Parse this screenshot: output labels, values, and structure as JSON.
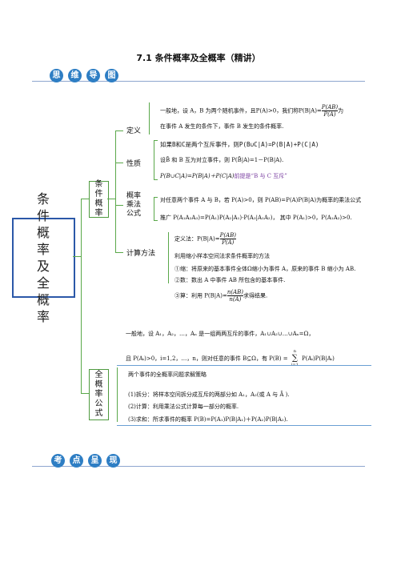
{
  "page_title": "7.1  条件概率及全概率（精讲）",
  "banner_top": {
    "chars": [
      "思",
      "维",
      "导",
      "图"
    ]
  },
  "banner_bottom": {
    "chars": [
      "考",
      "点",
      "呈",
      "现"
    ]
  },
  "main_topic": "条件概率及全概率",
  "branch1": {
    "label": "条件概率",
    "sub_definition": "定义",
    "sub_property": "性质",
    "sub_multiplication": "概率乘法公式",
    "sub_calculation": "计算方法"
  },
  "branch2": {
    "label": "全概率公式"
  },
  "definition": {
    "line1_a": "一般地，设 A，B 为两个随机事件，且P(A)>0，我们称P(B|A)=",
    "frac_num": "P(AB)",
    "frac_den": "P(A)",
    "line1_b": "为",
    "line2": "在事件 A 发生的条件下，事件 B 发生的条件概率."
  },
  "property": {
    "line1": "如果B和C是两个互斥事件，则P(B∪C|A)=P(B|A)+P(C|A)",
    "line2": "设B̄ 和 B 互为对立事件，则 P(B̄|A)=1－P(B|A).",
    "line3_a": "P(B∪C|A)=P(B|A)＋P(C|A)",
    "line3_b": "前提是“B 与 C 互斥”"
  },
  "multiplication": {
    "line1": "对任意两个事件 A 与 B，若 P(A)>0，则 P(AB)=P(A)P(B|A)为概率的乘法公式",
    "line2": "推广 P(A₁A₂A₃)=P(A₁)P(A₂|A₁)·P(A₃|A₁A₂)，  其中 P(A₁)>0，P(A₁A₂)>0."
  },
  "calculation": {
    "def_label": "定义法：P(B|A)=",
    "def_num": "P(AB)",
    "def_den": "P(A)",
    "intro": "利用缩小样本空间法求条件概率的方法",
    "step1": "①缩：将原来的基本事件全体Ω缩小为事件 A，原来的事件 B 缩小为 AB.",
    "step2": "②数：数出 A 中事件 AB 所包含的基本事件.",
    "step3_a": "③算：利用 P(B|A)=",
    "step3_num": "n(AB)",
    "step3_den": "n(A)",
    "step3_b": "求得结果."
  },
  "total_prob": {
    "line1": "一般地，设 A₁，A₂，…，Aₙ 是一组两两互斥的事件，A₁∪A₂∪…∪Aₙ=Ω，",
    "line2_a": "且 P(Aᵢ)>0，i=1,2，…，n，则对任意的事件 B⊆Ω，有 P(B) =",
    "line2_sum": "∑",
    "line2_sum_top": "n",
    "line2_sum_bottom": "i=1",
    "line2_b": "P(Aᵢ)P(B|Aᵢ)",
    "steps_title": "两个事件的全概率问题求解策略",
    "step1": "(1)拆分：将样本空间拆分成互斥的两部分如 A₁，A₂(或 A 与 Ā ).",
    "step2": "(2)计算：利用乘法公式计算每一部分的概率.",
    "step3": "(3)求和：所求事件的概率 P(B)=P(A₁)P(B|A₁)＋P(A₂)P(B|A₂)."
  }
}
